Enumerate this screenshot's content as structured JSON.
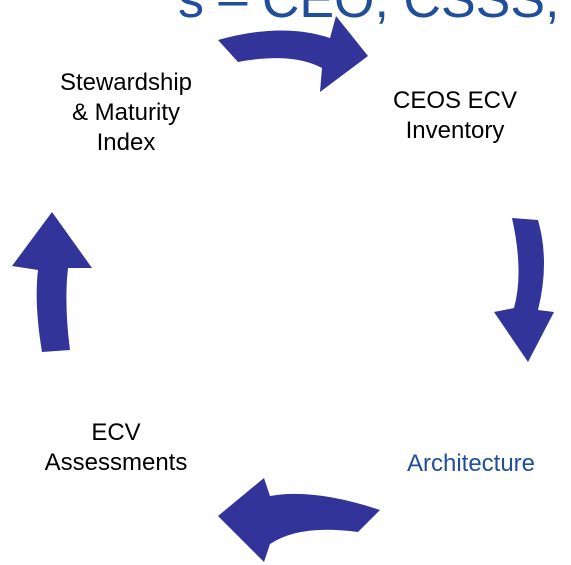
{
  "title": {
    "fragment": "s – CEO, CSSS, UNFC"
  },
  "cycle": {
    "nodes": [
      {
        "id": "stewardship",
        "lines": [
          "Stewardship",
          "& Maturity",
          "Index"
        ]
      },
      {
        "id": "inventory",
        "lines": [
          "CEOS ECV",
          "Inventory"
        ]
      },
      {
        "id": "architecture",
        "lines": [
          "Architecture"
        ]
      },
      {
        "id": "assessments",
        "lines": [
          "ECV",
          "Assessments"
        ]
      }
    ]
  },
  "colors": {
    "arrow": "#32349a",
    "title": "#1f4e9a",
    "highlight_label": "#1f4e9a"
  }
}
